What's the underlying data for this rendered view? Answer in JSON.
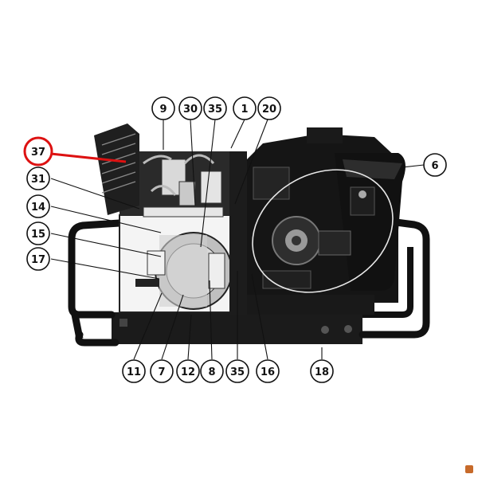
{
  "diagram": {
    "callouts": [
      {
        "label": "9"
      },
      {
        "label": "30"
      },
      {
        "label": "35"
      },
      {
        "label": "1"
      },
      {
        "label": "20"
      },
      {
        "label": "6"
      },
      {
        "label": "37",
        "highlighted": true
      },
      {
        "label": "31"
      },
      {
        "label": "14"
      },
      {
        "label": "15"
      },
      {
        "label": "17"
      },
      {
        "label": "11"
      },
      {
        "label": "7"
      },
      {
        "label": "12"
      },
      {
        "label": "8"
      },
      {
        "label": "35"
      },
      {
        "label": "16"
      },
      {
        "label": "18"
      }
    ],
    "highlight_color": "#dd1111"
  }
}
